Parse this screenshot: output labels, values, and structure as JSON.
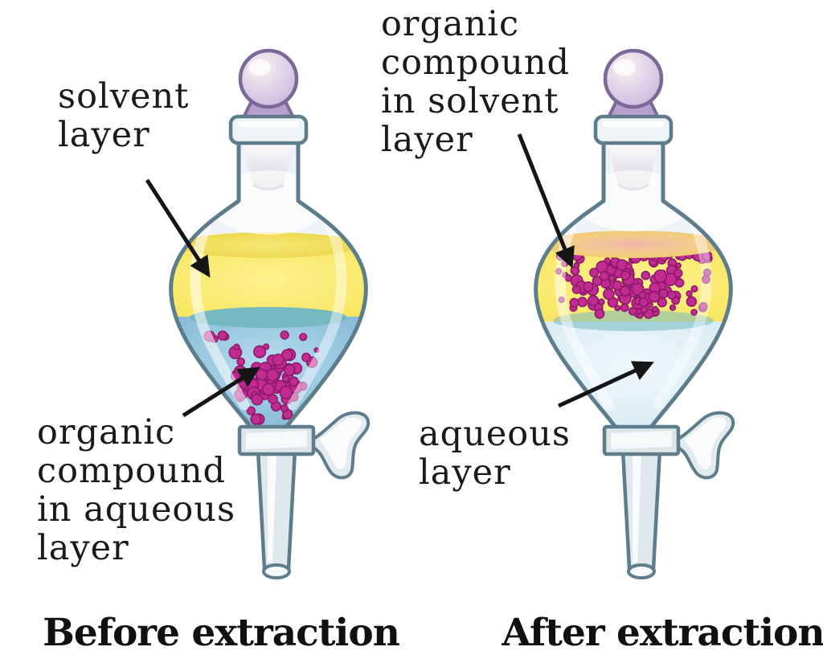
{
  "labels": {
    "solvent_layer": "solvent\nlayer",
    "organic_in_aqueous": "organic\ncompound\nin aqueous\nlayer",
    "organic_in_solvent": "organic\ncompound\nin solvent\nlayer",
    "aqueous_layer": "aqueous\nlayer"
  },
  "captions": {
    "before": "Before extraction",
    "after": "After extraction"
  },
  "colors": {
    "outline": "#5e7d8c",
    "glass_fill": "#eef4f6",
    "glass_mid": "#dfe8ec",
    "stopper_ball": "#c9b6da",
    "stopper_neck": "#b99fce",
    "stopper_outline": "#7b6897",
    "solvent_yellow": "#f8e55c",
    "solvent_surface": "#ecd648",
    "interface_teal": "#74b9c0",
    "aqueous_blue_before": "#92c3dd",
    "aqueous_blue_after": "#d9ecf4",
    "surface_pink": "#f2b7ae",
    "compound_magenta": "#c12b92",
    "compound_magenta_dark": "#8c1a68",
    "arrow": "#151515",
    "text": "#1a1a1a"
  },
  "compound": {
    "before_dot_count": 80,
    "after_dot_count": 138
  }
}
